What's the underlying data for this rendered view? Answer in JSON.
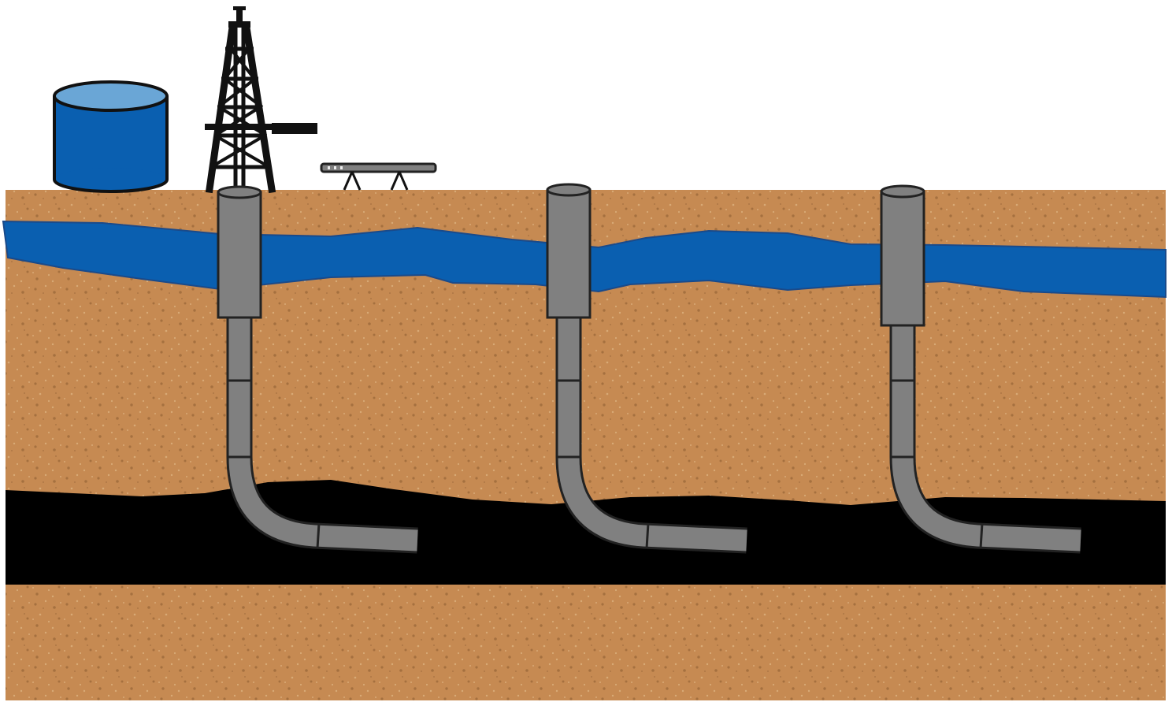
{
  "title": "",
  "colors": {
    "soil": "#c68a52",
    "soil_dark": "#8a5a30",
    "soil_light": "#e0b886",
    "aquifer": "#0a5fb0",
    "aquifer_edge": "#1a4a8a",
    "shale": "#000000",
    "casing": "#808080",
    "casing_outline": "#222222",
    "tank_body": "#0a5fb0",
    "tank_top": "#6aa6d6",
    "rig": "#111111",
    "background": "#ffffff"
  },
  "elements": {
    "surface_equipment": [
      "water-tank",
      "drilling-rig",
      "pipe-rack"
    ],
    "layers": [
      "soil",
      "aquifer",
      "shale-formation"
    ],
    "wells": [
      {
        "name": "well-1",
        "type": "horizontal"
      },
      {
        "name": "well-2",
        "type": "horizontal"
      },
      {
        "name": "well-3",
        "type": "horizontal"
      }
    ]
  }
}
